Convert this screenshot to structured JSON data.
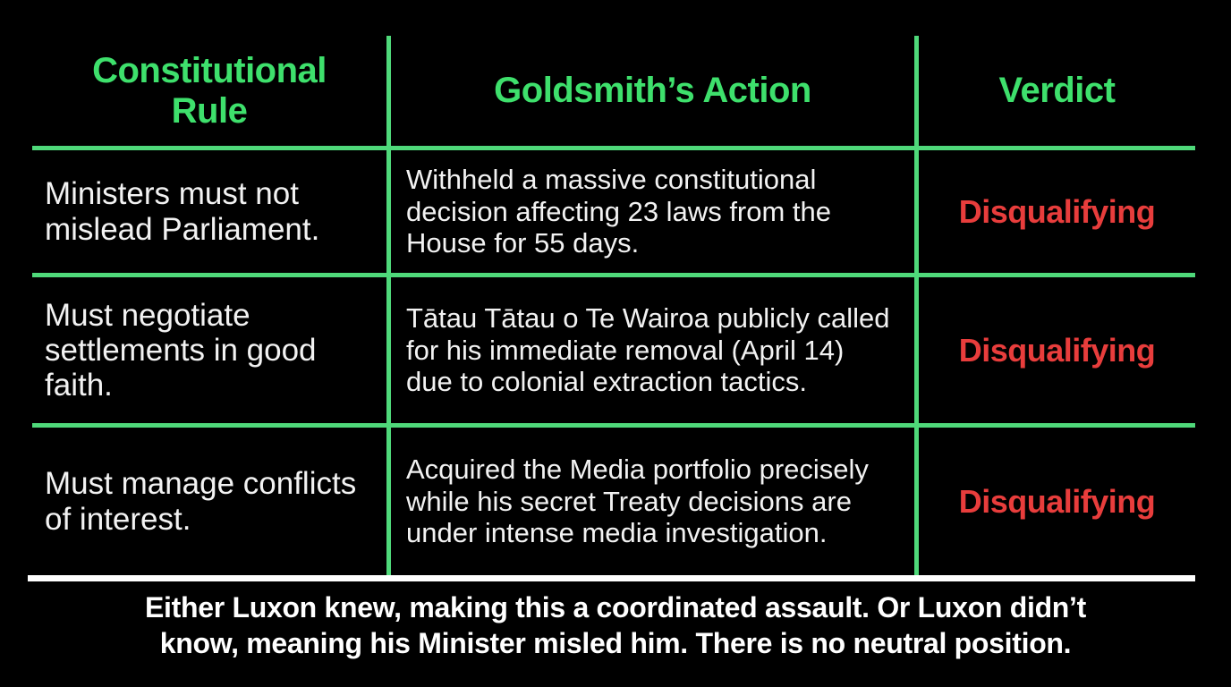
{
  "chart_data": {
    "type": "table",
    "columns": [
      "Constitutional Rule",
      "Goldsmith’s Action",
      "Verdict"
    ],
    "rows": [
      [
        "Ministers must not mislead Parliament.",
        "Withheld a massive constitutional decision affecting 23 laws from the House for 55 days.",
        "Disqualifying"
      ],
      [
        "Must negotiate settlements in good faith.",
        "Tātau Tātau o Te Wairoa publicly called for his immediate removal (April 14) due to colonial extraction tactics.",
        "Disqualifying"
      ],
      [
        "Must manage conflicts of interest.",
        "Acquired the Media portfolio precisely while his secret Treaty decisions are under intense media investigation.",
        "Disqualifying"
      ]
    ],
    "layout_hints": {
      "grid": "green column and row separators, no outer border",
      "verdict_column_color": "red",
      "header_color": "green"
    }
  },
  "footer": {
    "text": "Either Luxon knew, making this a coordinated assault. Or Luxon didn’t know, meaning his Minister misled him. There is no neutral position."
  },
  "colors": {
    "background": "#000000",
    "header_green": "#3EE06C",
    "line_green": "#4FD97A",
    "verdict_red": "#E83D3C",
    "body_white": "#F2F2F2",
    "footer_white": "#FFFFFF"
  }
}
